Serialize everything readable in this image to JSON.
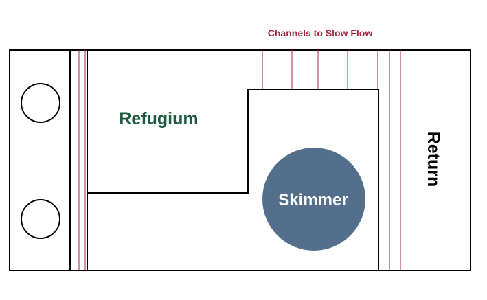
{
  "labels": {
    "channels": "Channels to Slow Flow",
    "refugium": "Refugium",
    "skimmer": "Skimmer",
    "return": "Return"
  },
  "colors": {
    "outline": "#000000",
    "channel_lines": "#a3263d",
    "refugium_text": "#1e5a3f",
    "skimmer_fill": "#536f8b",
    "skimmer_text": "#ffffff",
    "return_text": "#000000"
  }
}
